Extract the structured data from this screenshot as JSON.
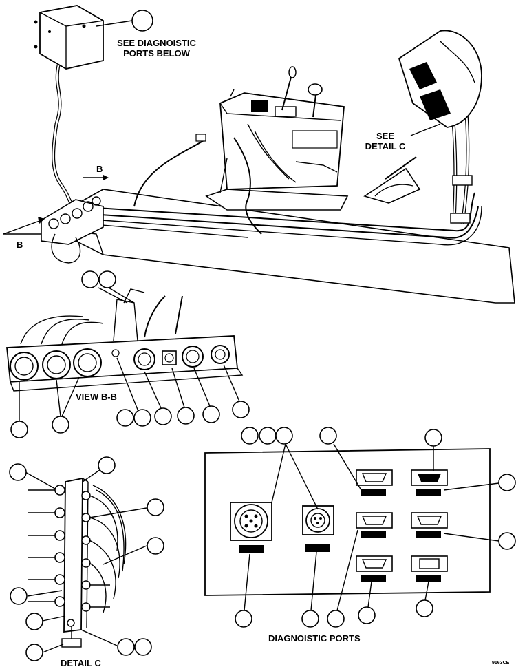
{
  "labels": {
    "see_diag": "SEE DIAGNOISTIC",
    "ports_below": "PORTS BELOW",
    "see": "SEE",
    "detail_c_ref": "DETAIL C",
    "section_b1": "B",
    "section_b2": "B",
    "view_bb": "VIEW B-B",
    "detail_c": "DETAIL C",
    "diag_ports": "DIAGNOISTIC PORTS",
    "figure_no": "9163CE"
  }
}
